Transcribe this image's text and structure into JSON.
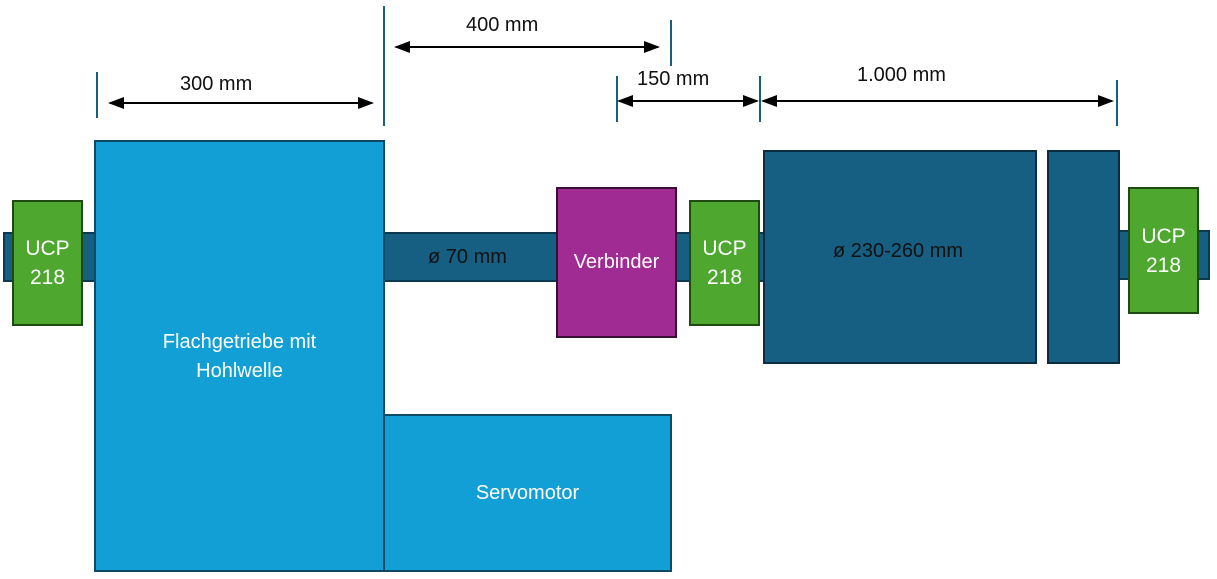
{
  "diagram": {
    "dimensions": {
      "d1": "300 mm",
      "d2": "400 mm",
      "d3": "150 mm",
      "d4": "1.000 mm"
    },
    "components": {
      "ucp_left": "UCP\n218",
      "gearbox": "Flachgetriebe mit Hohlwelle",
      "gearbox_line1": "Flachgetriebe mit",
      "gearbox_line2": "Hohlwelle",
      "shaft_label": "ø 70 mm",
      "connector": "Verbinder",
      "ucp_mid_line1": "UCP",
      "ucp_mid_line2": "218",
      "drum_label": "ø 230-260 mm",
      "ucp_right_line1": "UCP",
      "ucp_right_line2": "218",
      "ucp_left_line1": "UCP",
      "ucp_left_line2": "218",
      "servomotor": "Servomotor"
    },
    "colors": {
      "shaft": "#175f82",
      "bearing": "#4ea72e",
      "gearbox": "#119fd6",
      "connector": "#a02b93",
      "drum": "#175f82"
    }
  }
}
